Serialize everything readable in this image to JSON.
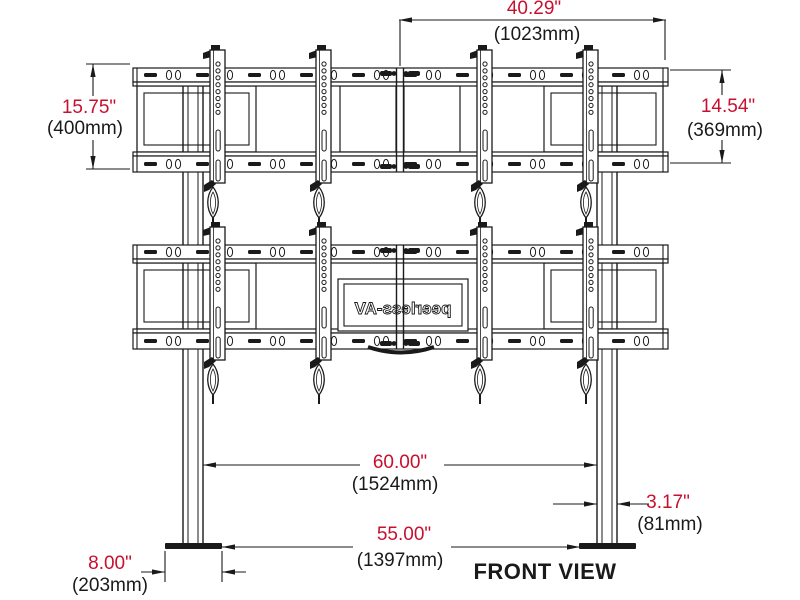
{
  "view_label": "FRONT VIEW",
  "brand": {
    "logo_text": "peerless-AV",
    "mirrored": true
  },
  "colors": {
    "inch_text": "#c8102e",
    "mm_text": "#1a1a1a",
    "line": "#1a1a1a",
    "background": "#ffffff"
  },
  "dimensions": {
    "top_width": {
      "inch": "40.29\"",
      "mm": "(1023mm)"
    },
    "left_height": {
      "inch": "15.75\"",
      "mm": "(400mm)"
    },
    "right_height": {
      "inch": "14.54\"",
      "mm": "(369mm)"
    },
    "pole_spacing": {
      "inch": "60.00\"",
      "mm": "(1524mm)"
    },
    "pole_width": {
      "inch": "3.17\"",
      "mm": "(81mm)"
    },
    "base_span": {
      "inch": "55.00\"",
      "mm": "(1397mm)"
    },
    "foot_width": {
      "inch": "8.00\"",
      "mm": "(203mm)"
    }
  }
}
